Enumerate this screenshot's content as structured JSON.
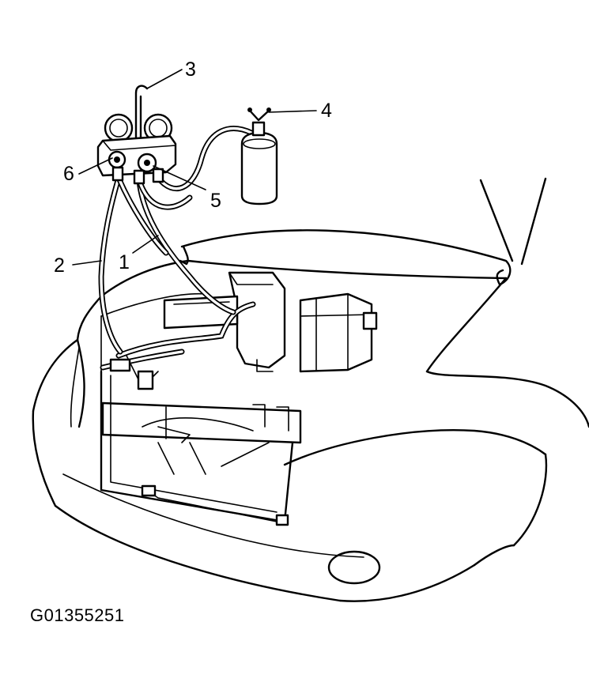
{
  "figure_id": "G01355251",
  "callouts": [
    {
      "num": "1"
    },
    {
      "num": "2"
    },
    {
      "num": "3"
    },
    {
      "num": "4"
    },
    {
      "num": "5"
    },
    {
      "num": "6"
    }
  ]
}
